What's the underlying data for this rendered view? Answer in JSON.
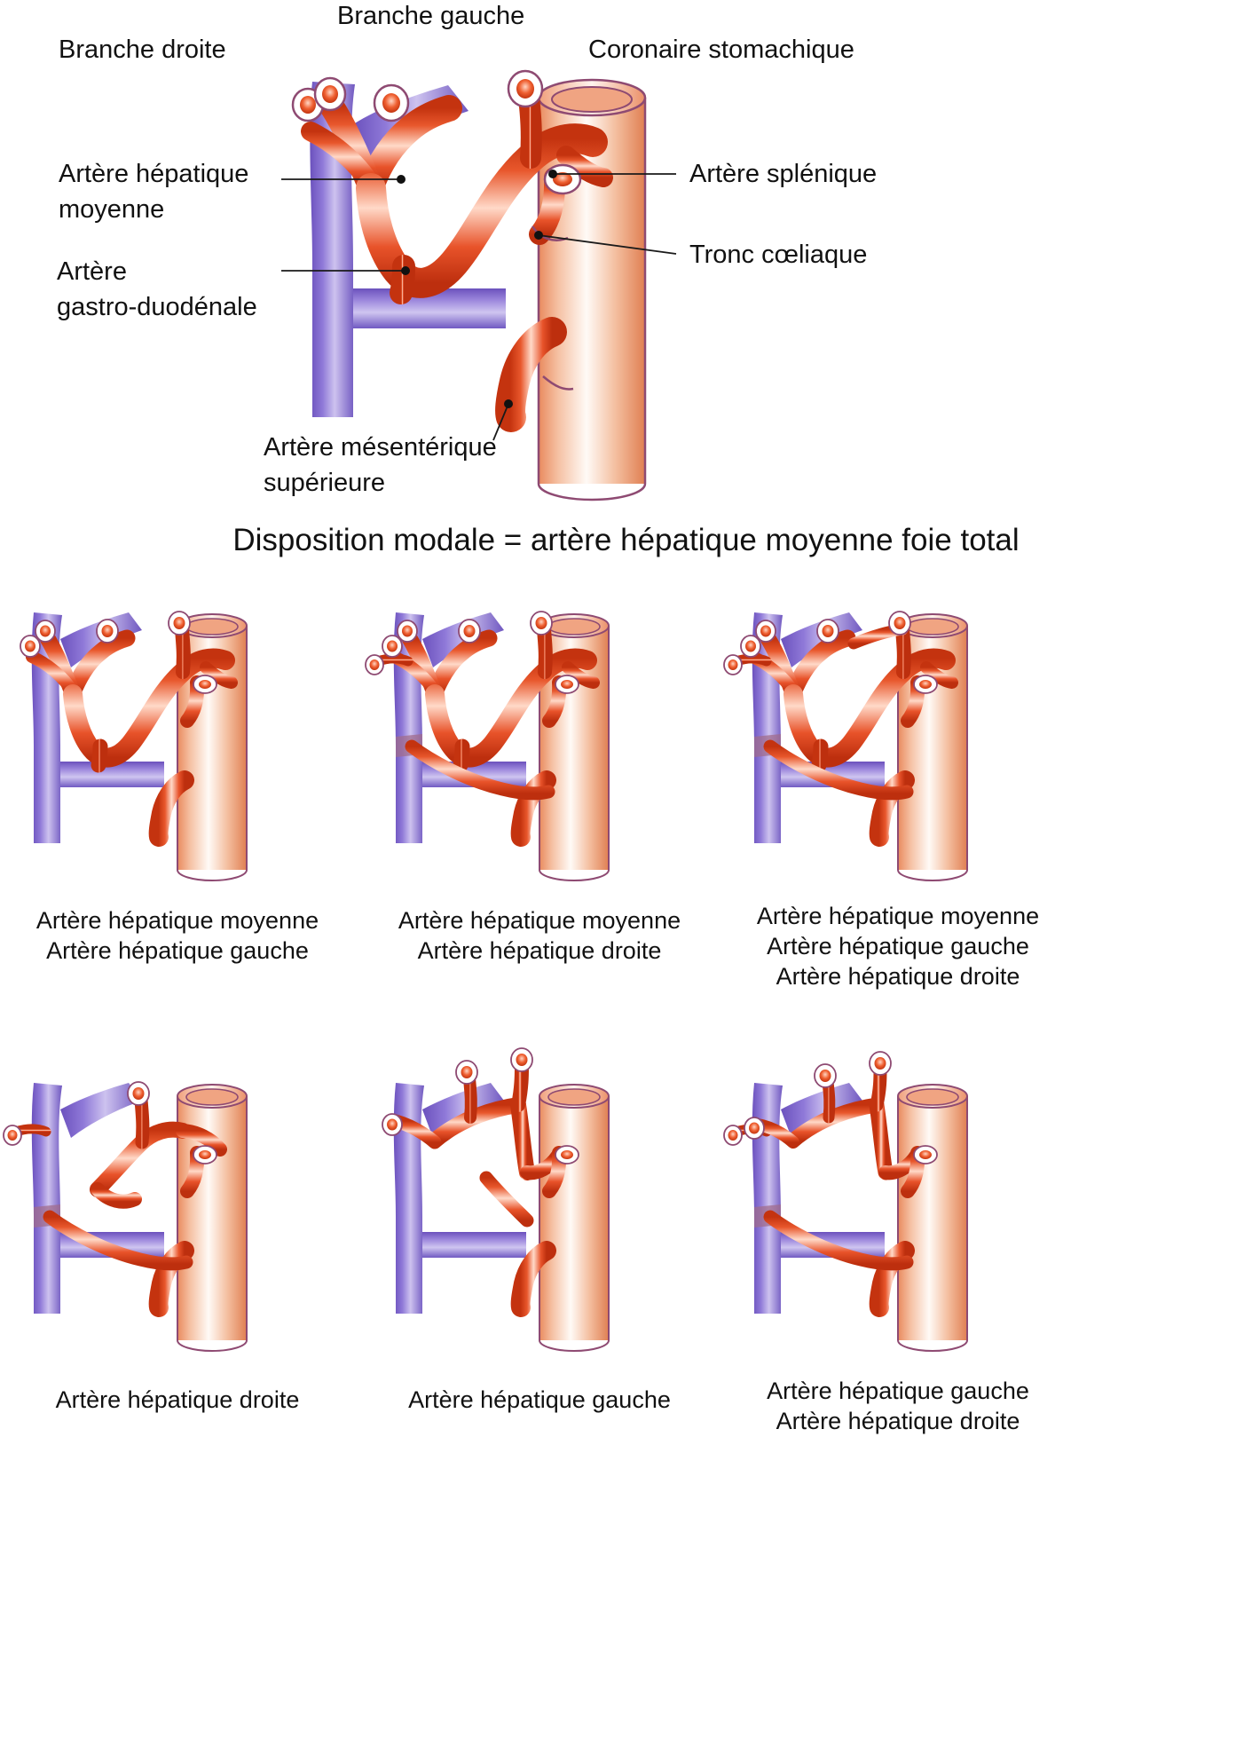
{
  "figure": {
    "title": "Disposition modale = artère hépatique moyenne foie total",
    "top_labels": {
      "branche_gauche": "Branche gauche",
      "branche_droite": "Branche droite",
      "coronaire_stomachique": "Coronaire stomachique",
      "artere_hepatique_moyenne": "Artère hépatique\nmoyenne",
      "artere_gastro_duodenale": "Artère\ngastro-duodénale",
      "artere_splenique": "Artère splénique",
      "tronc_coeliaque": "Tronc cœliaque",
      "artere_mesenterique_superieure": "Artère mésentérique\nsupérieure"
    }
  },
  "variants": [
    {
      "id": "variant-1",
      "caption_lines": [
        "Artère hépatique moyenne",
        "Artère hépatique gauche"
      ]
    },
    {
      "id": "variant-2",
      "caption_lines": [
        "Artère hépatique moyenne",
        "Artère hépatique droite"
      ]
    },
    {
      "id": "variant-3",
      "caption_lines": [
        "Artère hépatique moyenne",
        "Artère hépatique gauche",
        "Artère hépatique droite"
      ]
    },
    {
      "id": "variant-4",
      "caption_lines": [
        "Artère hépatique droite"
      ]
    },
    {
      "id": "variant-5",
      "caption_lines": [
        "Artère hépatique gauche"
      ]
    },
    {
      "id": "variant-6",
      "caption_lines": [
        "Artère hépatique gauche",
        "Artère hépatique droite"
      ]
    }
  ],
  "colors": {
    "artery_red": "#e0401f",
    "artery_red_dark": "#c7361a",
    "artery_highlight": "#ffffff",
    "vein_purple": "#7b62c8",
    "vein_purple_dark": "#5b44a8",
    "aorta_fill": "#f6c9b2",
    "aorta_outline": "#8e4a72",
    "label_text": "#111111",
    "leader_line": "#1a1a1a",
    "background": "#ffffff"
  }
}
